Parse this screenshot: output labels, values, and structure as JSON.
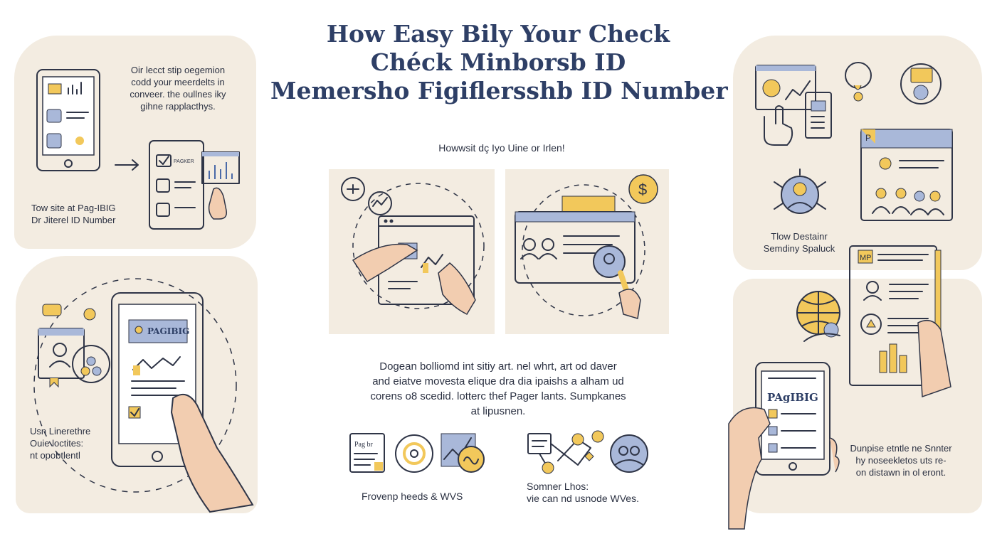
{
  "title": {
    "line1": "How Easy Bily Your Check",
    "line2": "Chéck Minborsb ID",
    "line3": "Memersho Figiflersshb ID Number"
  },
  "subtitle": "Howwsit dç Iyo Uine or Irlen!",
  "left": {
    "caption_top": [
      "Oir lecct stip oegemion",
      "codd your meerdelts in",
      "conveer. the oullnes iky",
      "gihne rapplacthys."
    ],
    "step_label": [
      "Tow site at Pag-IBIG",
      "Dr Jiterel ID Number"
    ],
    "bottom_label": [
      "Usn Linerethre",
      "Ouie loctites:",
      "nt opobtlentl"
    ],
    "card_text": "PAGIBIG",
    "mini_panel_text": "PAGKER"
  },
  "center": {
    "paragraph": [
      "Dogean bolliomd int sitiy art. nel whrt, art od daver",
      "and eiatve movesta elique dra dia ipaishs a alham ud",
      "corens o8 scedid. lotterc thef Pager lants. Sumpkanes",
      "at lipusnen."
    ],
    "caption_left": "Frovenp heeds & WVS",
    "caption_right": [
      "Somner Lhos:",
      "vie can nd usnode WVes."
    ],
    "small_card_text": "Pag br"
  },
  "right": {
    "mid_label": [
      "Tlow Destainr",
      "Semdiny Spaluck"
    ],
    "bottom_label": [
      "Dunpise etntle ne Snnter",
      "hy noseekletos uts re-",
      "on distawn in ol eront."
    ],
    "phone_text": "PAgIBIG",
    "card_badge": "P",
    "doc_badge": "MP"
  },
  "colors": {
    "navy": "#2e3f66",
    "beige": "#f3ece1",
    "blue": "#a9b8d9",
    "yellow": "#f2c85b",
    "skin": "#f2cdb0"
  }
}
